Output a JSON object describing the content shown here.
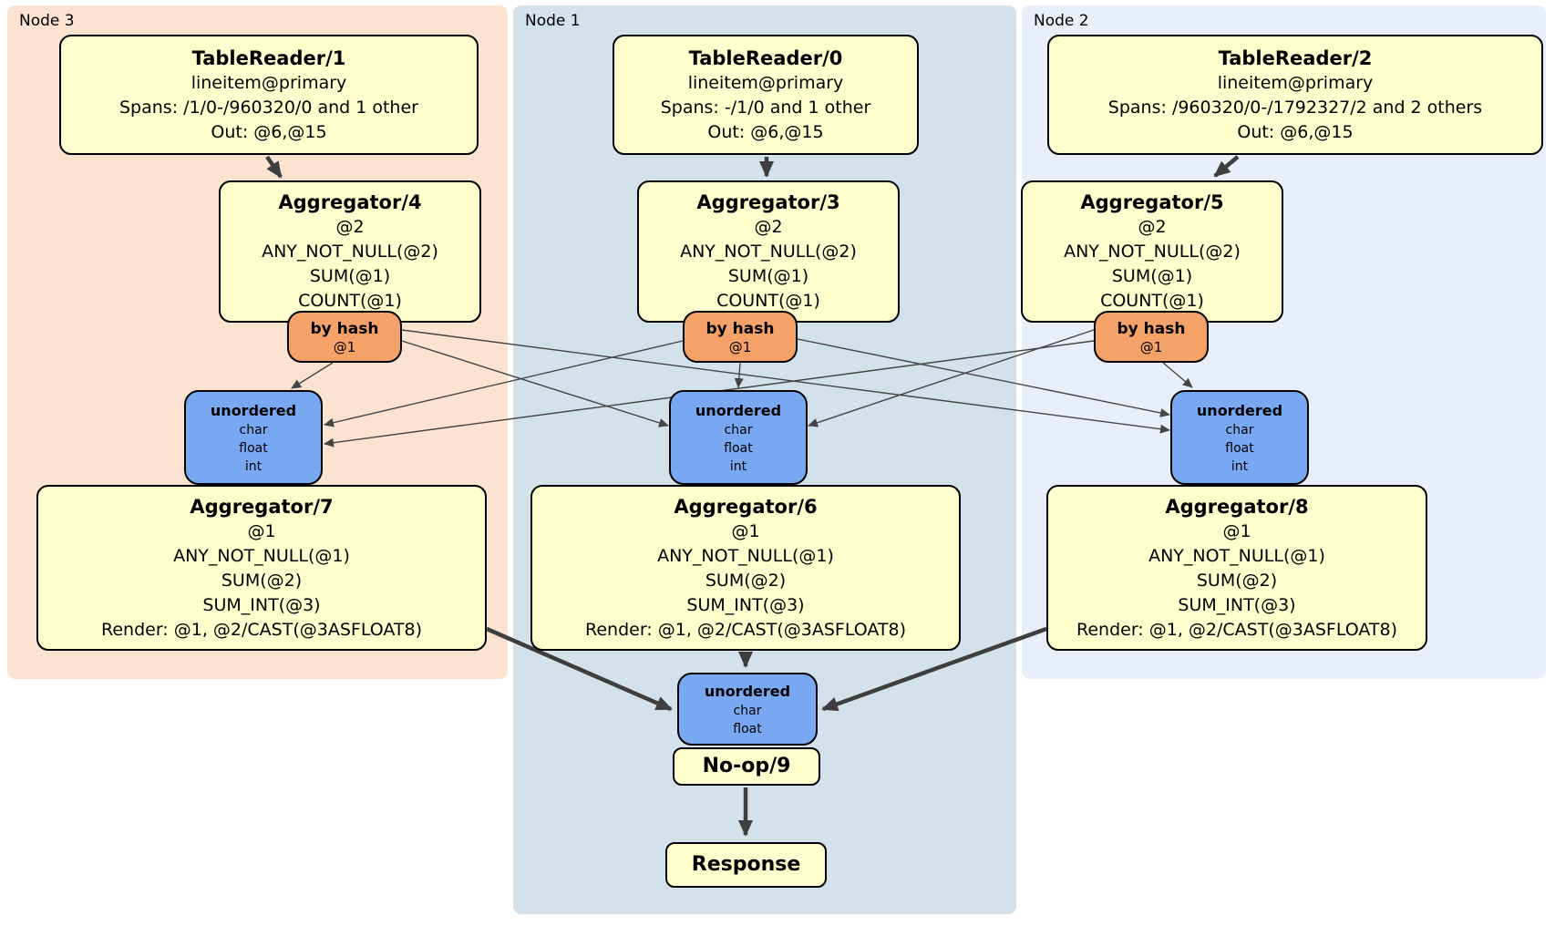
{
  "colors": {
    "node3_bg": "#fbe2d1",
    "node1_bg": "#d3e1eb",
    "node2_bg": "#e9effa",
    "processor_bg": "#ffffce",
    "router_bg": "#f5a269",
    "sync_bg": "#78a8f2",
    "edge_thin": "#454545",
    "edge_thick": "#3e3e3e",
    "box_border": "#000000"
  },
  "node3": {
    "label": "Node 3",
    "table_reader": {
      "title": "TableReader/1",
      "lines": [
        "lineitem@primary",
        "Spans: /1/0-/960320/0 and 1 other",
        "Out: @6,@15"
      ]
    },
    "aggregator_first": {
      "title": "Aggregator/4",
      "lines": [
        "@2",
        "ANY_NOT_NULL(@2)",
        "SUM(@1)",
        "COUNT(@1)"
      ]
    },
    "router": {
      "title": "by hash",
      "detail": "@1"
    },
    "sync": {
      "title": "unordered",
      "lines": [
        "char",
        "float",
        "int"
      ]
    },
    "aggregator_final": {
      "title": "Aggregator/7",
      "lines": [
        "@1",
        "ANY_NOT_NULL(@1)",
        "SUM(@2)",
        "SUM_INT(@3)",
        "Render: @1, @2/CAST(@3ASFLOAT8)"
      ]
    }
  },
  "node1": {
    "label": "Node 1",
    "table_reader": {
      "title": "TableReader/0",
      "lines": [
        "lineitem@primary",
        "Spans: -/1/0 and 1 other",
        "Out: @6,@15"
      ]
    },
    "aggregator_first": {
      "title": "Aggregator/3",
      "lines": [
        "@2",
        "ANY_NOT_NULL(@2)",
        "SUM(@1)",
        "COUNT(@1)"
      ]
    },
    "router": {
      "title": "by hash",
      "detail": "@1"
    },
    "sync": {
      "title": "unordered",
      "lines": [
        "char",
        "float",
        "int"
      ]
    },
    "aggregator_final": {
      "title": "Aggregator/6",
      "lines": [
        "@1",
        "ANY_NOT_NULL(@1)",
        "SUM(@2)",
        "SUM_INT(@3)",
        "Render: @1, @2/CAST(@3ASFLOAT8)"
      ]
    }
  },
  "node2": {
    "label": "Node 2",
    "table_reader": {
      "title": "TableReader/2",
      "lines": [
        "lineitem@primary",
        "Spans: /960320/0-/1792327/2 and 2 others",
        "Out: @6,@15"
      ]
    },
    "aggregator_first": {
      "title": "Aggregator/5",
      "lines": [
        "@2",
        "ANY_NOT_NULL(@2)",
        "SUM(@1)",
        "COUNT(@1)"
      ]
    },
    "router": {
      "title": "by hash",
      "detail": "@1"
    },
    "sync": {
      "title": "unordered",
      "lines": [
        "char",
        "float",
        "int"
      ]
    },
    "aggregator_final": {
      "title": "Aggregator/8",
      "lines": [
        "@1",
        "ANY_NOT_NULL(@1)",
        "SUM(@2)",
        "SUM_INT(@3)",
        "Render: @1, @2/CAST(@3ASFLOAT8)"
      ]
    }
  },
  "output": {
    "sync": {
      "title": "unordered",
      "lines": [
        "char",
        "float"
      ]
    },
    "noop": {
      "title": "No-op/9"
    },
    "response": {
      "title": "Response"
    }
  }
}
